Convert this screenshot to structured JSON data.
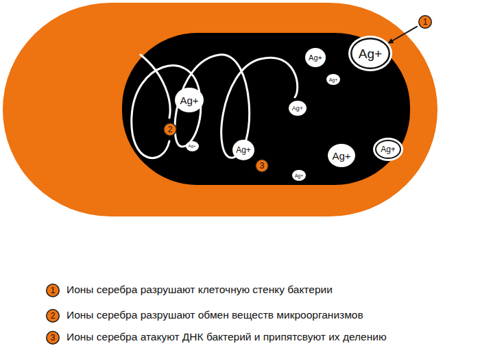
{
  "diagram": {
    "nodes": [
      {
        "text": [
          "1"
        ]
      },
      {
        "text": [
          "Ag+"
        ]
      },
      {
        "text": [
          "Ag+"
        ]
      },
      {
        "text": [
          "Ag+"
        ]
      },
      {
        "text": [
          "Ag+"
        ]
      },
      {
        "text": [
          "Ag+"
        ]
      },
      {
        "text": [
          "2"
        ]
      },
      {
        "text": [
          "Ag+"
        ]
      },
      {
        "text": [
          "Ag+"
        ]
      },
      {
        "text": [
          "Ag+"
        ]
      },
      {
        "text": [
          "Ag+"
        ]
      },
      {
        "text": [
          "3"
        ]
      },
      {
        "text": [
          "Ag+"
        ]
      },
      {
        "text": [
          "1"
        ]
      },
      {
        "text": [
          "2"
        ]
      },
      {
        "text": [
          "3"
        ]
      }
    ],
    "edges": [
      {
        "from": 0,
        "to": 1,
        "arrow": "to"
      }
    ],
    "labels": [
      "Ионы серебра разрушают клеточную стенку бактерии",
      "Ионы серебра разрушают обмен веществ микроорганизмов",
      "Ионы серебра атакуют ДНК бактерий и припятсвуют их делению"
    ]
  }
}
